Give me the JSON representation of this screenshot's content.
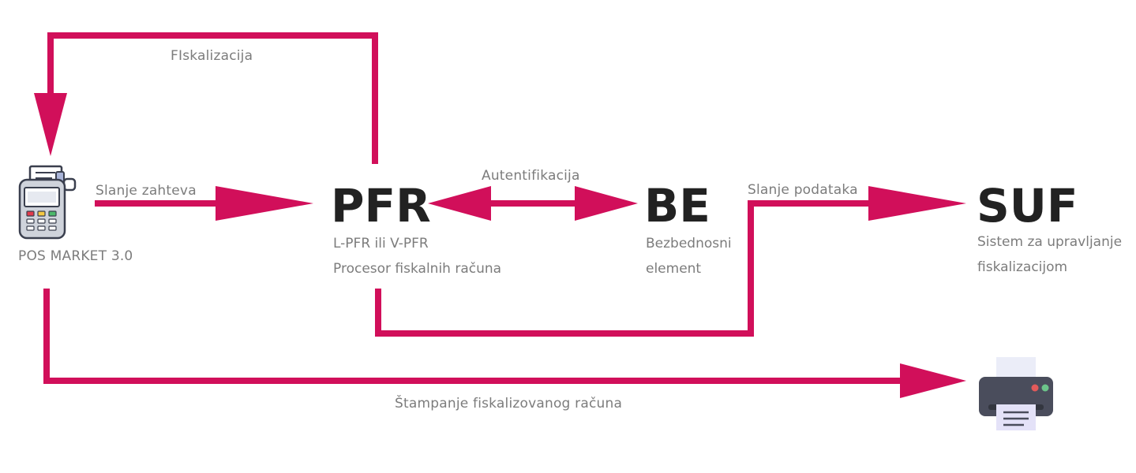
{
  "colors": {
    "accent": "#d10f5a",
    "heading": "#222222",
    "label": "#7c7c7c"
  },
  "nodes": {
    "pos": {
      "label": "POS MARKET 3.0",
      "icon": "pos-terminal-icon"
    },
    "pfr": {
      "title": "PFR",
      "lines": [
        "L-PFR ili V-PFR",
        "Procesor fiskalnih računa"
      ]
    },
    "be": {
      "title": "BE",
      "lines": [
        "Bezbednosni",
        "element"
      ]
    },
    "suf": {
      "title": "SUF",
      "lines": [
        "Sistem za upravljanje",
        "fiskalizacijom"
      ]
    },
    "printer": {
      "icon": "printer-icon"
    }
  },
  "edges": {
    "fiskalizacija": "FIskalizacija",
    "slanje_zahteva": "Slanje zahteva",
    "autentifikacija": "Autentifikacija",
    "slanje_podataka": "Slanje podataka",
    "stampanje": "Štampanje fiskalizovanog računa"
  }
}
